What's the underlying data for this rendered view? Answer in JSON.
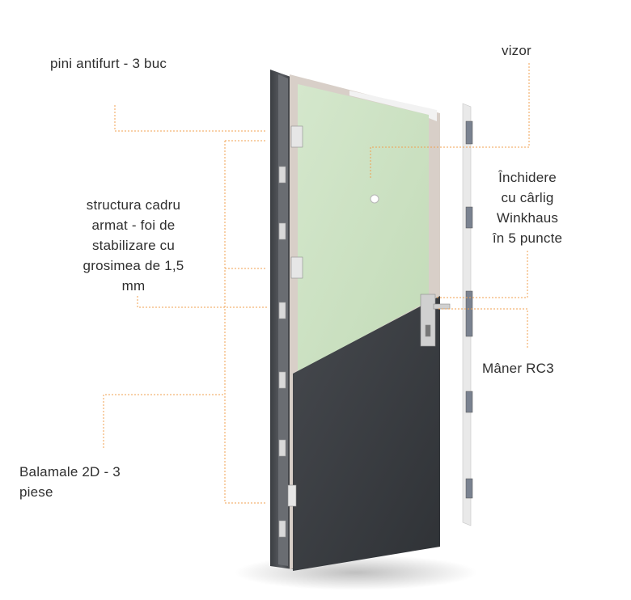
{
  "labels": {
    "pini_antifurt": "pini antifurt - 3 buc",
    "vizor": "vizor",
    "structura": [
      "structura cadru",
      "armat - foi de",
      "stabilizare cu",
      "grosimea de 1,5",
      "mm"
    ],
    "inchidere": [
      "Închidere",
      "cu cârlig",
      "Winkhaus",
      "în 5 puncte"
    ],
    "maner": "Mâner RC3",
    "balamale": [
      "Balamale 2D - 3",
      "piese"
    ]
  },
  "colors": {
    "leader_line": "#f0a050",
    "panel_dark": "#3a3d42",
    "insulation": "#cfe3c6",
    "frame": "#4a4d52"
  }
}
